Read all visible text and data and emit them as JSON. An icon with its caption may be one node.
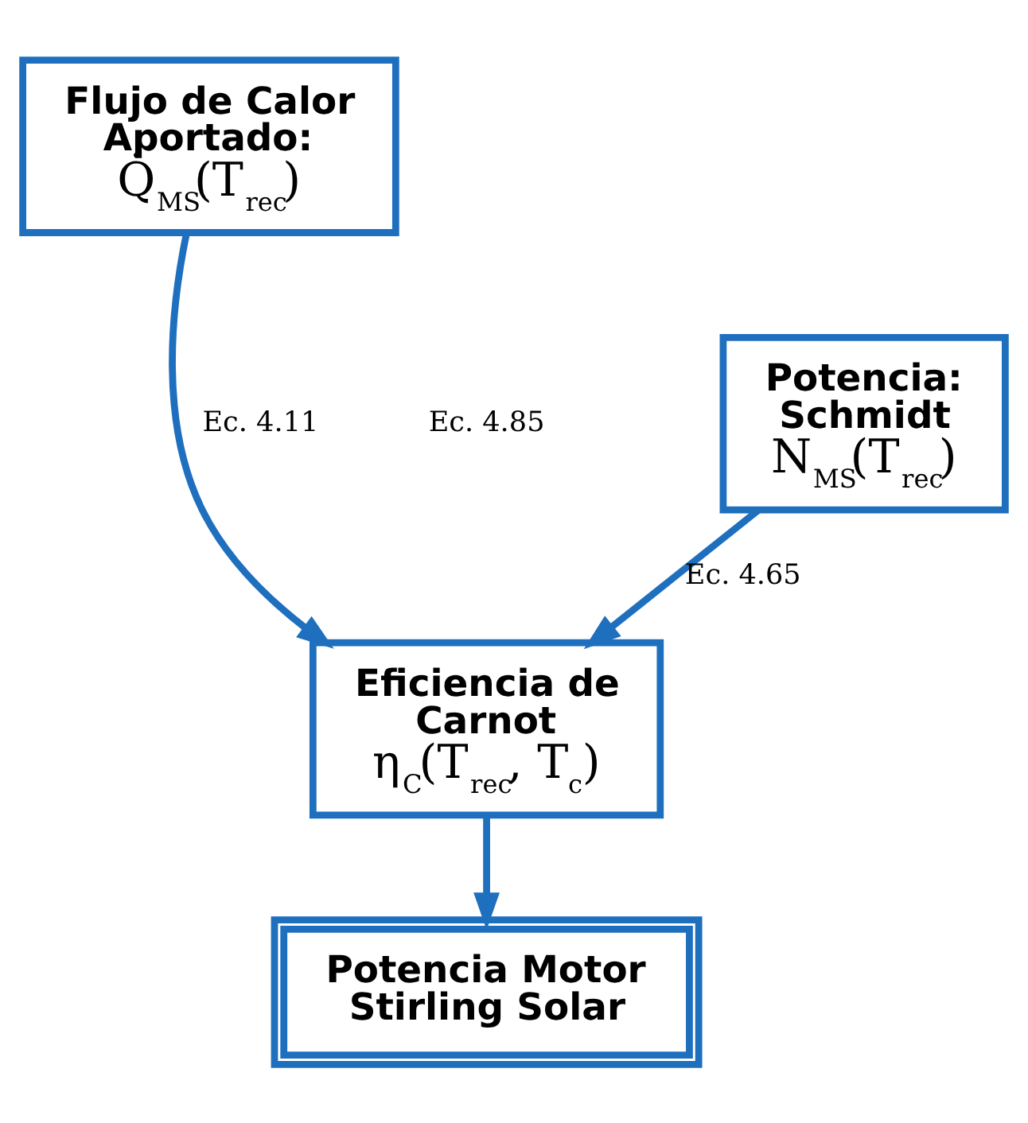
{
  "diagram": {
    "nodes": [
      {
        "text": [
          "Flujo de Calor Aportado:",
          "Q̇$_{MS}$(T$_{rec}$)"
        ]
      },
      {
        "text": [
          "Potencia: Schmidt",
          "N$_{MS}$(T$_{rec}$)"
        ]
      },
      {
        "text": [
          "Eficiencia de Carnot",
          "η$_{C}$(T$_{rec}$, T$_{c}$)"
        ]
      },
      {
        "text": [
          "Potencia Motor Stirling Solar"
        ]
      }
    ],
    "edges": [
      {
        "from": 0,
        "to": 2,
        "arrow": "to",
        "label": "Ec. 4.11"
      },
      {
        "from": 1,
        "to": 2,
        "arrow": "to",
        "label": "Ec. 4.65"
      },
      {
        "from": 2,
        "to": 3,
        "arrow": "to"
      }
    ],
    "labels": [
      "Ec. 4.85"
    ]
  }
}
